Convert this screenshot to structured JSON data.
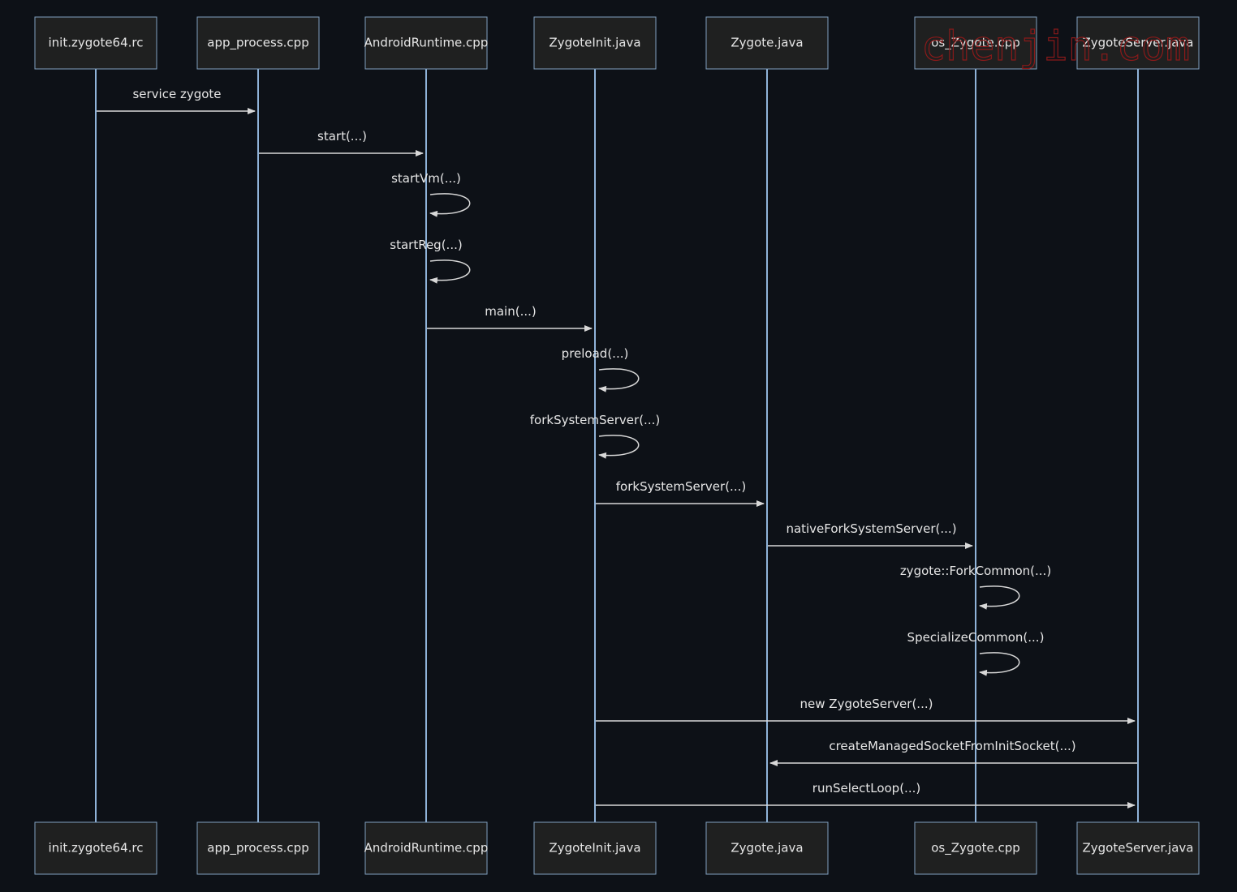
{
  "participants": [
    "init.zygote64.rc",
    "app_process.cpp",
    "AndroidRuntime.cpp",
    "ZygoteInit.java",
    "Zygote.java",
    "os_Zygote.cpp",
    "ZygoteServer.java"
  ],
  "messages": [
    {
      "from": 0,
      "to": 1,
      "label": "service zygote"
    },
    {
      "from": 1,
      "to": 2,
      "label": "start(...)"
    },
    {
      "from": 2,
      "to": 2,
      "label": "startVm(...)"
    },
    {
      "from": 2,
      "to": 2,
      "label": "startReg(...)"
    },
    {
      "from": 2,
      "to": 3,
      "label": "main(...)"
    },
    {
      "from": 3,
      "to": 3,
      "label": "preload(...)"
    },
    {
      "from": 3,
      "to": 3,
      "label": "forkSystemServer(...)"
    },
    {
      "from": 3,
      "to": 4,
      "label": "forkSystemServer(...)"
    },
    {
      "from": 4,
      "to": 5,
      "label": "nativeForkSystemServer(...)"
    },
    {
      "from": 5,
      "to": 5,
      "label": "zygote::ForkCommon(...)"
    },
    {
      "from": 5,
      "to": 5,
      "label": "SpecializeCommon(...)"
    },
    {
      "from": 3,
      "to": 6,
      "label": "new ZygoteServer(...)"
    },
    {
      "from": 6,
      "to": 4,
      "label": "createManagedSocketFromInitSocket(...)"
    },
    {
      "from": 3,
      "to": 6,
      "label": "runSelectLoop(...)"
    }
  ],
  "watermark": "chenjin.com",
  "colors": {
    "background": "#0d1117",
    "actor_fill": "#1f2020",
    "actor_border": "#81a1c1",
    "lifeline": "#8fb3d9",
    "message": "#d8d8d8",
    "text": "#e6e6e6",
    "watermark": "#8b1a1a"
  }
}
